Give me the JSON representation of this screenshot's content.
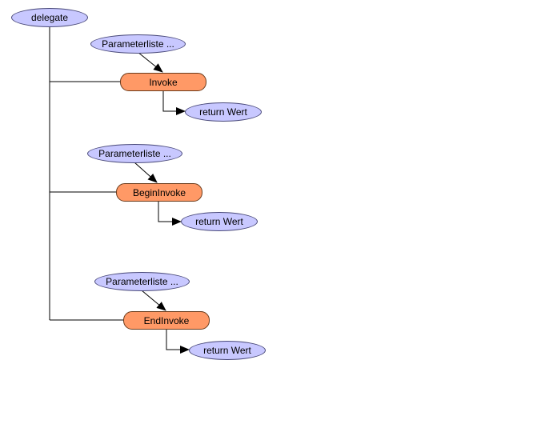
{
  "colors": {
    "ellipse_fill": "#c8c8ff",
    "method_fill": "#ff9966",
    "line": "#000000"
  },
  "nodes": {
    "delegate": "delegate",
    "invoke": "Invoke",
    "invoke_params": "Parameterliste ...",
    "invoke_return": "return Wert",
    "begin_invoke": "BeginInvoke",
    "begin_params": "Parameterliste ...",
    "begin_return": "return Wert",
    "end_invoke": "EndInvoke",
    "end_params": "Parameterliste ...",
    "end_return": "return Wert"
  }
}
